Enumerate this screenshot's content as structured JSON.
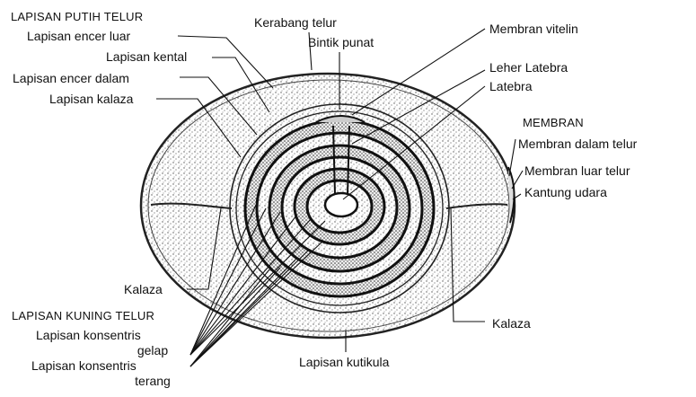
{
  "headings": {
    "egg_white": "LAPISAN PUTIH TELUR",
    "yolk": "LAPISAN KUNING TELUR",
    "membrane": "MEMBRAN"
  },
  "labels": {
    "thin_outer": "Lapisan encer luar",
    "thick": "Lapisan kental",
    "thin_inner": "Lapisan encer dalam",
    "chalaziferous": "Lapisan kalaza",
    "shell": "Kerabang telur",
    "germinal_disc": "Bintik punat",
    "vitelline": "Membran vitelin",
    "latebra_neck": "Leher Latebra",
    "latebra": "Latebra",
    "inner_membrane": "Membran dalam telur",
    "outer_membrane": "Membran luar telur",
    "air_cell": "Kantung udara",
    "chalaza_left": "Kalaza",
    "chalaza_right": "Kalaza",
    "dark_layer_1": "Lapisan konsentris",
    "dark_layer_2": "gelap",
    "light_layer_1": "Lapisan konsentris",
    "light_layer_2": "terang",
    "cuticle": "Lapisan kutikula"
  }
}
